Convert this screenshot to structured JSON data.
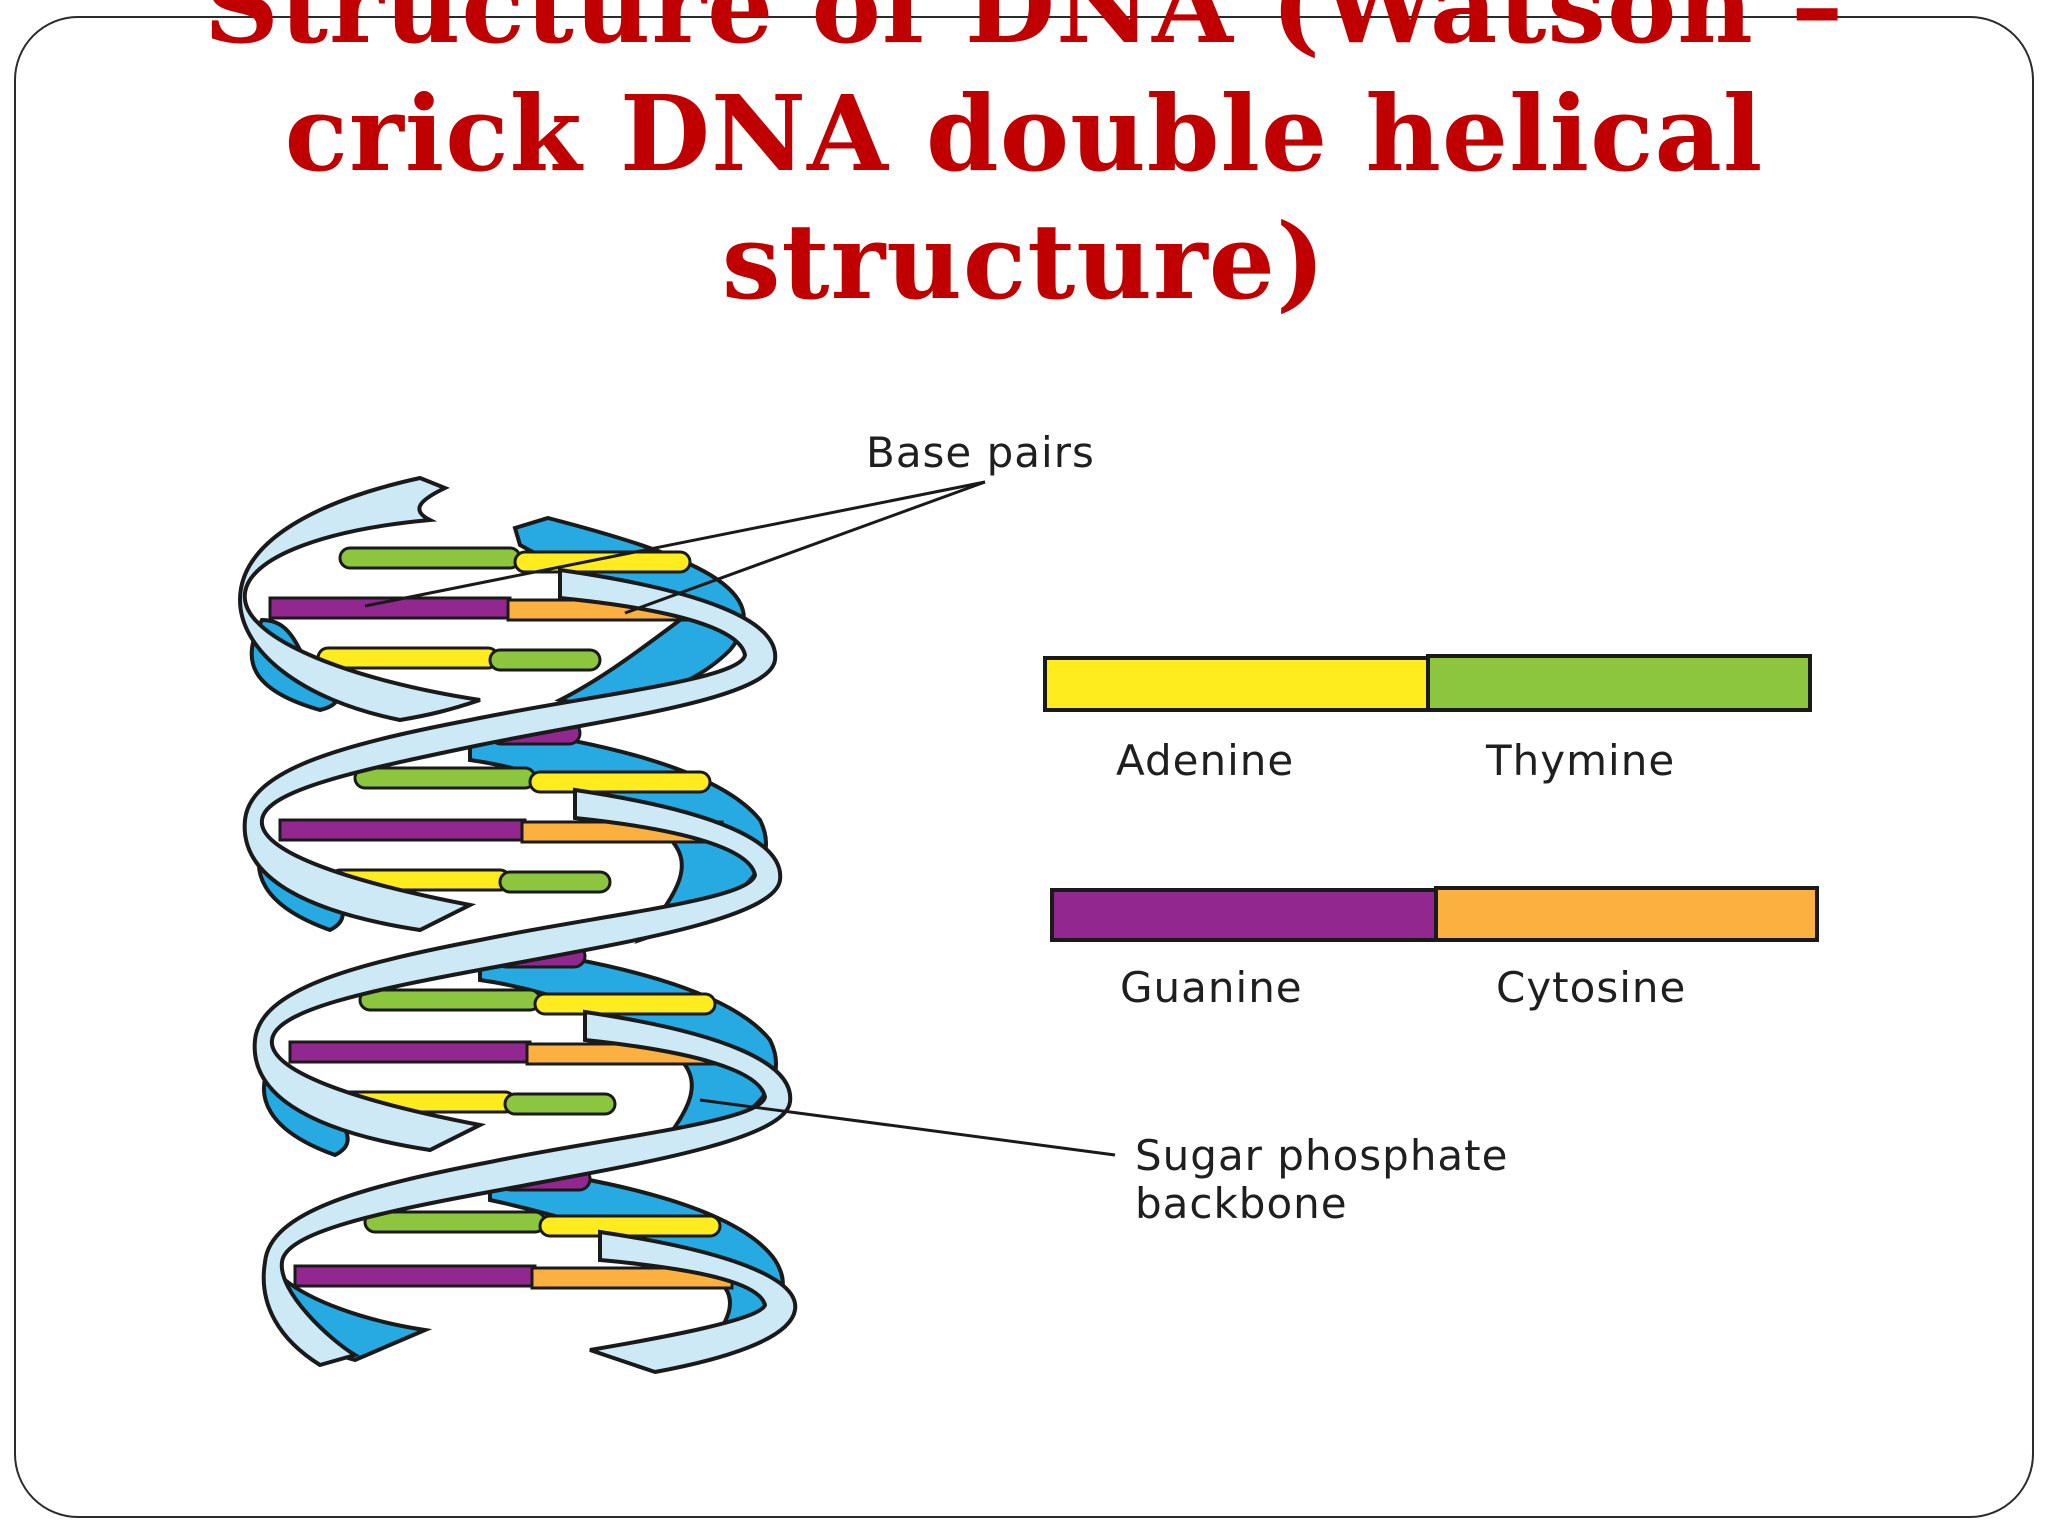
{
  "slide": {
    "title": "Structure of DNA (Watson – crick DNA double helical structure)"
  },
  "diagram": {
    "labels": {
      "base_pairs": "Base pairs",
      "backbone_line1": "Sugar phosphate",
      "backbone_line2": "backbone"
    },
    "legend": [
      {
        "left": "Adenine",
        "right": "Thymine",
        "left_color": "#ffec1e",
        "right_color": "#8cc63f"
      },
      {
        "left": "Guanine",
        "right": "Cytosine",
        "left_color": "#92278f",
        "right_color": "#fbb040"
      }
    ],
    "colors": {
      "backbone_light": "#cde9f6",
      "backbone_dark": "#27aae1",
      "outline": "#1a1a1a",
      "adenine": "#ffec1e",
      "thymine": "#8cc63f",
      "guanine": "#92278f",
      "cytosine": "#fbb040"
    }
  }
}
